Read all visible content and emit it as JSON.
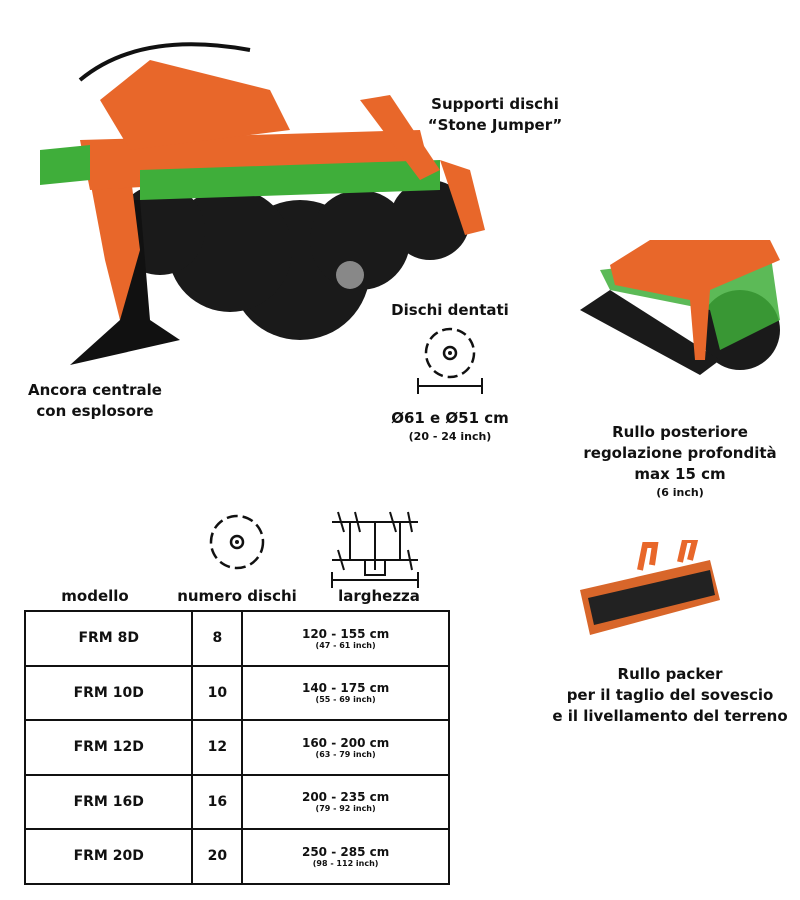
{
  "labels": {
    "supporti_1": "Supporti dischi",
    "supporti_2": "“Stone Jumper”",
    "ancora_1": "Ancora centrale",
    "ancora_2": "con esplosore",
    "dischi_title": "Dischi dentati",
    "dischi_size": "Ø61 e Ø51 cm",
    "dischi_inch": "(20 - 24 inch)",
    "rullo_1": "Rullo posteriore",
    "rullo_2": "regolazione profondità",
    "rullo_3": "max 15 cm",
    "rullo_inch": "(6 inch)",
    "packer_1": "Rullo packer",
    "packer_2": "per il taglio del sovescio",
    "packer_3": "e il livellamento del terreno"
  },
  "table": {
    "headers": [
      "modello",
      "numero dischi",
      "larghezza"
    ],
    "rows": [
      {
        "model": "FRM 8D",
        "discs": "8",
        "cm": "120 - 155 cm",
        "inch": "(47 - 61 inch)"
      },
      {
        "model": "FRM 10D",
        "discs": "10",
        "cm": "140 - 175 cm",
        "inch": "(55 - 69 inch)"
      },
      {
        "model": "FRM 12D",
        "discs": "12",
        "cm": "160 - 200 cm",
        "inch": "(63 - 79 inch)"
      },
      {
        "model": "FRM 16D",
        "discs": "16",
        "cm": "200 - 235 cm",
        "inch": "(79 - 92 inch)"
      },
      {
        "model": "FRM 20D",
        "discs": "20",
        "cm": "250 - 285 cm",
        "inch": "(98 - 112 inch)"
      }
    ]
  },
  "colors": {
    "orange": "#e8672a",
    "green": "#3fae3a",
    "black": "#1a1a1a"
  }
}
